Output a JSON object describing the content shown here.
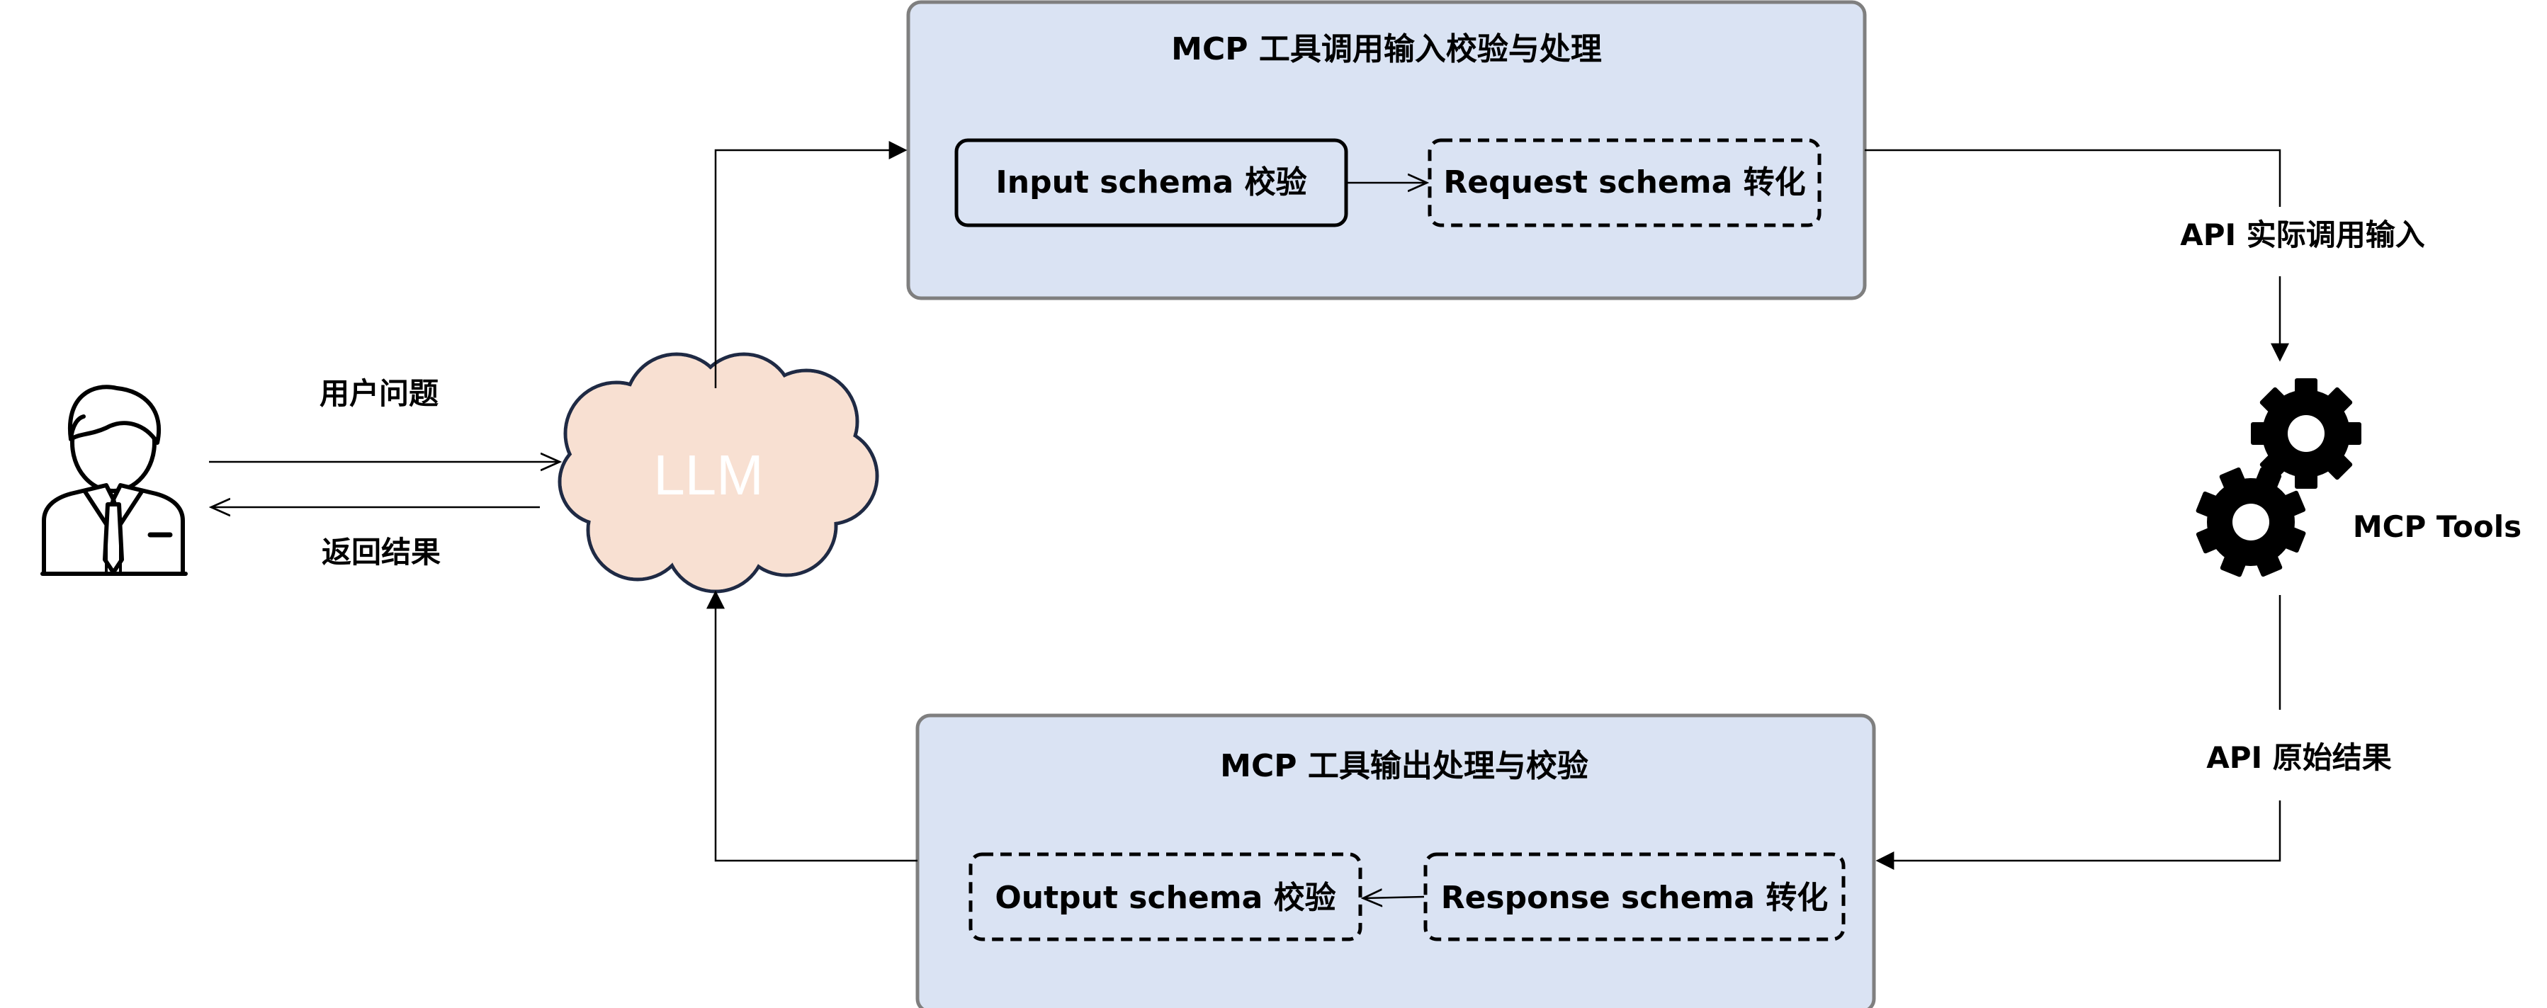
{
  "colors": {
    "panel_fill": "#dae3f3",
    "panel_stroke": "#7f7f7f",
    "cloud_fill": "#f8e0d2",
    "cloud_stroke": "#1f2a44",
    "llm_text": "#ffffff"
  },
  "input_panel": {
    "title": "MCP 工具调用输入校验与处理",
    "input_schema": "Input schema 校验",
    "request_schema": "Request schema 转化"
  },
  "output_panel": {
    "title": "MCP 工具输出处理与校验",
    "output_schema": "Output schema 校验",
    "response_schema": "Response schema 转化"
  },
  "edges": {
    "user_question": "用户问题",
    "return_result": "返回结果",
    "api_input": "API 实际调用输入",
    "api_raw_result": "API 原始结果"
  },
  "llm": {
    "label": "LLM"
  },
  "tools": {
    "label": "MCP Tools",
    "icon": "gears-icon"
  },
  "user": {
    "icon": "businessman-icon"
  }
}
